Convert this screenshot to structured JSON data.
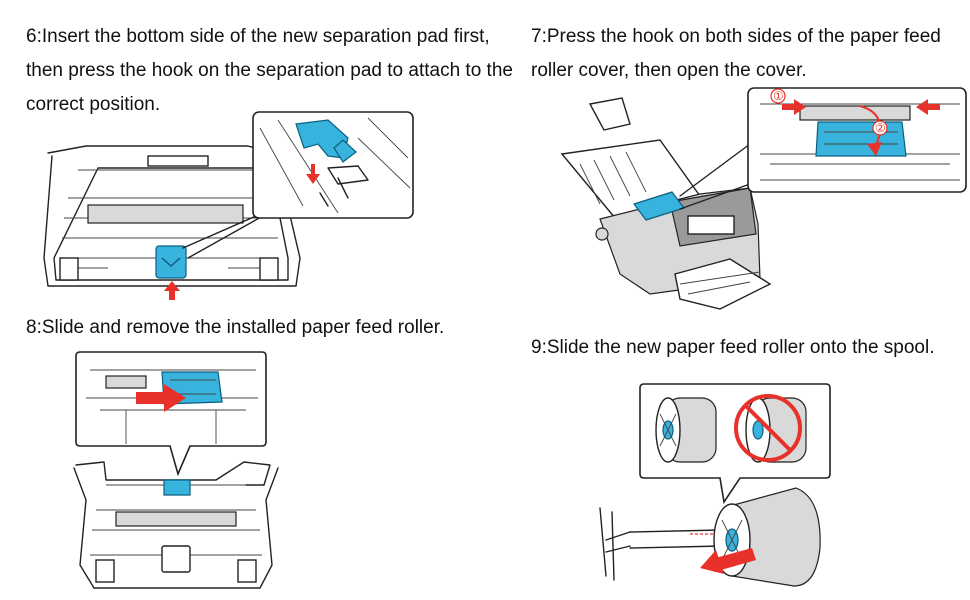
{
  "steps": [
    {
      "number": "6",
      "text": "6:Insert the bottom side of the new separation pad first, then press the hook on the separation pad to attach to the correct position."
    },
    {
      "number": "7",
      "text": "7:Press the hook on both sides of the paper feed roller cover, then open the cover."
    },
    {
      "number": "8",
      "text": "8:Slide and remove the installed paper feed roller."
    },
    {
      "number": "9",
      "text": "9:Slide the new paper feed roller onto the spool."
    }
  ],
  "figures": {
    "step6": {
      "icon": "scanner-separation-pad-illustration"
    },
    "step7": {
      "icon": "scanner-roller-cover-illustration",
      "markers": [
        "①",
        "②"
      ]
    },
    "step8": {
      "icon": "scanner-remove-roller-illustration"
    },
    "step9": {
      "icon": "roller-spool-illustration"
    }
  },
  "colors": {
    "part_blue": "#38b3dd",
    "arrow_red": "#e8312a"
  }
}
